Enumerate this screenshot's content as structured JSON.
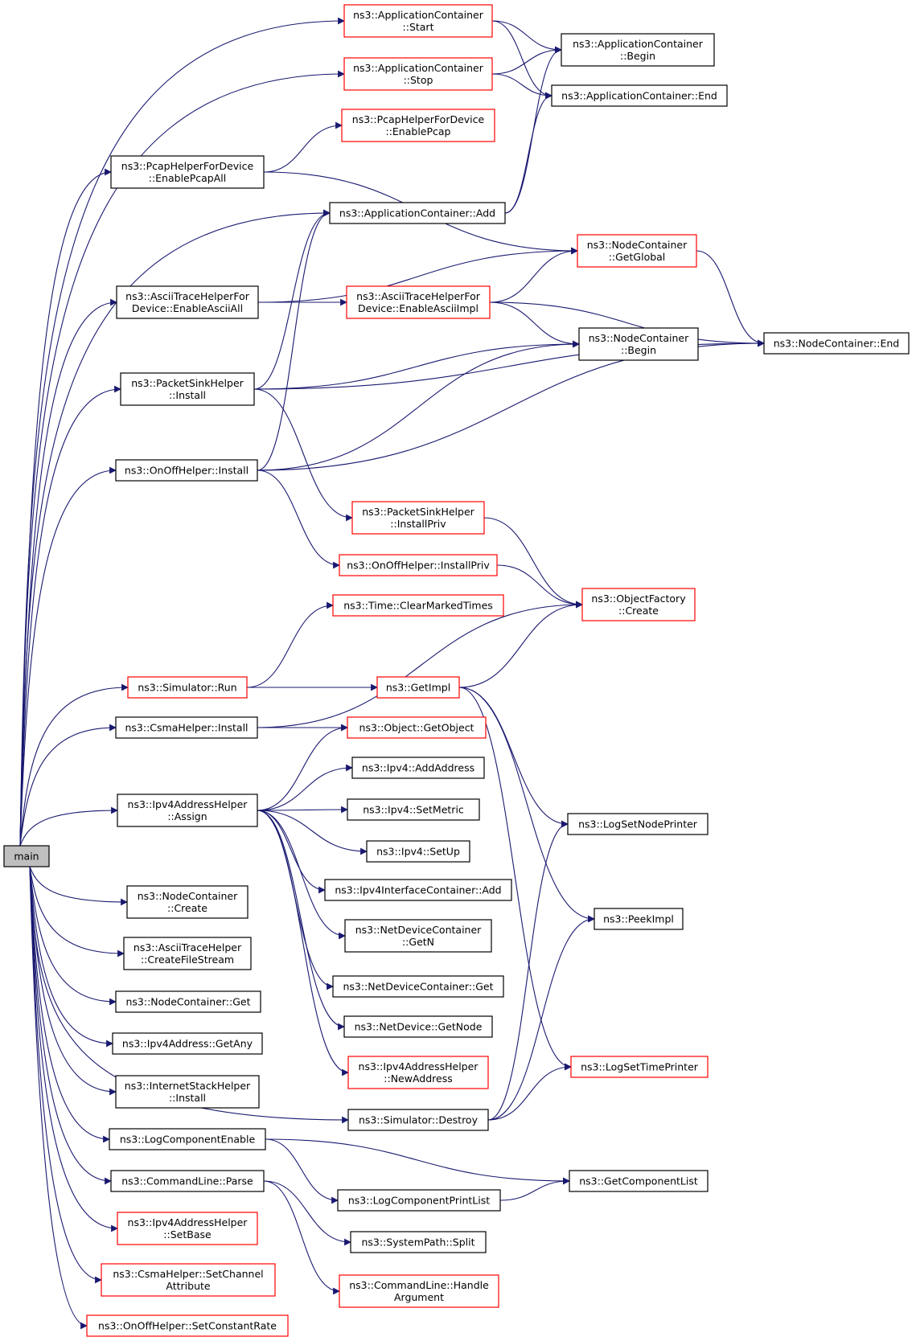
{
  "colors": {
    "edge": "#191970",
    "border_default": "#000000",
    "border_truncated": "#ff0000",
    "root_fill": "#bfbfbf"
  },
  "nodes": {
    "app_start": {
      "lines": [
        "ns3::ApplicationContainer",
        "::Start"
      ],
      "border": "red"
    },
    "app_begin": {
      "lines": [
        "ns3::ApplicationContainer",
        "::Begin"
      ],
      "border": "black"
    },
    "app_stop": {
      "lines": [
        "ns3::ApplicationContainer",
        "::Stop"
      ],
      "border": "red"
    },
    "app_end": {
      "lines": [
        "ns3::ApplicationContainer::End"
      ],
      "border": "black"
    },
    "pcap_enablepcap": {
      "lines": [
        "ns3::PcapHelperForDevice",
        "::EnablePcap"
      ],
      "border": "red"
    },
    "pcap_enablepcapall": {
      "lines": [
        "ns3::PcapHelperForDevice",
        "::EnablePcapAll"
      ],
      "border": "black"
    },
    "app_add": {
      "lines": [
        "ns3::ApplicationContainer::Add"
      ],
      "border": "black"
    },
    "nc_getglobal": {
      "lines": [
        "ns3::NodeContainer",
        "::GetGlobal"
      ],
      "border": "red"
    },
    "ascii_enableall": {
      "lines": [
        "ns3::AsciiTraceHelperFor",
        "Device::EnableAsciiAll"
      ],
      "border": "black"
    },
    "ascii_enableimpl": {
      "lines": [
        "ns3::AsciiTraceHelperFor",
        "Device::EnableAsciiImpl"
      ],
      "border": "red"
    },
    "nc_begin": {
      "lines": [
        "ns3::NodeContainer",
        "::Begin"
      ],
      "border": "black"
    },
    "nc_end": {
      "lines": [
        "ns3::NodeContainer::End"
      ],
      "border": "black"
    },
    "ps_install": {
      "lines": [
        "ns3::PacketSinkHelper",
        "::Install"
      ],
      "border": "black"
    },
    "onoff_install": {
      "lines": [
        "ns3::OnOffHelper::Install"
      ],
      "border": "black"
    },
    "ps_installpriv": {
      "lines": [
        "ns3::PacketSinkHelper",
        "::InstallPriv"
      ],
      "border": "red"
    },
    "onoff_installpriv": {
      "lines": [
        "ns3::OnOffHelper::InstallPriv"
      ],
      "border": "red"
    },
    "of_create": {
      "lines": [
        "ns3::ObjectFactory",
        "::Create"
      ],
      "border": "red"
    },
    "time_clear": {
      "lines": [
        "ns3::Time::ClearMarkedTimes"
      ],
      "border": "red"
    },
    "sim_run": {
      "lines": [
        "ns3::Simulator::Run"
      ],
      "border": "red"
    },
    "getimpl": {
      "lines": [
        "ns3::GetImpl"
      ],
      "border": "red"
    },
    "csma_install": {
      "lines": [
        "ns3::CsmaHelper::Install"
      ],
      "border": "black"
    },
    "obj_getobject": {
      "lines": [
        "ns3::Object::GetObject"
      ],
      "border": "red"
    },
    "ipv4_addaddress": {
      "lines": [
        "ns3::Ipv4::AddAddress"
      ],
      "border": "black"
    },
    "ipv4ah_assign": {
      "lines": [
        "ns3::Ipv4AddressHelper",
        "::Assign"
      ],
      "border": "black"
    },
    "ipv4_setmetric": {
      "lines": [
        "ns3::Ipv4::SetMetric"
      ],
      "border": "black"
    },
    "lognodeprinter": {
      "lines": [
        "ns3::LogSetNodePrinter"
      ],
      "border": "black"
    },
    "ipv4_setup": {
      "lines": [
        "ns3::Ipv4::SetUp"
      ],
      "border": "black"
    },
    "main": {
      "lines": [
        "main"
      ],
      "border": "root"
    },
    "ipv4ic_add": {
      "lines": [
        "ns3::Ipv4InterfaceContainer::Add"
      ],
      "border": "black"
    },
    "nc_create": {
      "lines": [
        "ns3::NodeContainer",
        "::Create"
      ],
      "border": "black"
    },
    "peekimpl": {
      "lines": [
        "ns3::PeekImpl"
      ],
      "border": "black"
    },
    "ndc_getn": {
      "lines": [
        "ns3::NetDeviceContainer",
        "::GetN"
      ],
      "border": "black"
    },
    "ath_createfilestream": {
      "lines": [
        "ns3::AsciiTraceHelper",
        "::CreateFileStream"
      ],
      "border": "black"
    },
    "ndc_get": {
      "lines": [
        "ns3::NetDeviceContainer::Get"
      ],
      "border": "black"
    },
    "nc_get": {
      "lines": [
        "ns3::NodeContainer::Get"
      ],
      "border": "black"
    },
    "nd_getnode": {
      "lines": [
        "ns3::NetDevice::GetNode"
      ],
      "border": "black"
    },
    "ipv4addr_getany": {
      "lines": [
        "ns3::Ipv4Address::GetAny"
      ],
      "border": "black"
    },
    "ipv4ah_newaddress": {
      "lines": [
        "ns3::Ipv4AddressHelper",
        "::NewAddress"
      ],
      "border": "red"
    },
    "logtimeprinter": {
      "lines": [
        "ns3::LogSetTimePrinter"
      ],
      "border": "red"
    },
    "ish_install": {
      "lines": [
        "ns3::InternetStackHelper",
        "::Install"
      ],
      "border": "black"
    },
    "sim_destroy": {
      "lines": [
        "ns3::Simulator::Destroy"
      ],
      "border": "black"
    },
    "logcompenable": {
      "lines": [
        "ns3::LogComponentEnable"
      ],
      "border": "black"
    },
    "getcomplist": {
      "lines": [
        "ns3::GetComponentList"
      ],
      "border": "black"
    },
    "cmd_parse": {
      "lines": [
        "ns3::CommandLine::Parse"
      ],
      "border": "black"
    },
    "logcompprintlist": {
      "lines": [
        "ns3::LogComponentPrintList"
      ],
      "border": "black"
    },
    "ipv4ah_setbase": {
      "lines": [
        "ns3::Ipv4AddressHelper",
        "::SetBase"
      ],
      "border": "red"
    },
    "syspath_split": {
      "lines": [
        "ns3::SystemPath::Split"
      ],
      "border": "black"
    },
    "csma_setchannelattr": {
      "lines": [
        "ns3::CsmaHelper::SetChannel",
        "Attribute"
      ],
      "border": "red"
    },
    "cmd_handlearg": {
      "lines": [
        "ns3::CommandLine::Handle",
        "Argument"
      ],
      "border": "red"
    },
    "onoff_setconstantrate": {
      "lines": [
        "ns3::OnOffHelper::SetConstantRate"
      ],
      "border": "red"
    }
  },
  "edges": [
    [
      "main",
      "app_start"
    ],
    [
      "main",
      "app_stop"
    ],
    [
      "main",
      "pcap_enablepcapall"
    ],
    [
      "main",
      "app_add"
    ],
    [
      "main",
      "ascii_enableall"
    ],
    [
      "main",
      "ps_install"
    ],
    [
      "main",
      "onoff_install"
    ],
    [
      "main",
      "sim_run"
    ],
    [
      "main",
      "csma_install"
    ],
    [
      "main",
      "ipv4ah_assign"
    ],
    [
      "main",
      "nc_create"
    ],
    [
      "main",
      "ath_createfilestream"
    ],
    [
      "main",
      "nc_get"
    ],
    [
      "main",
      "ipv4addr_getany"
    ],
    [
      "main",
      "ish_install"
    ],
    [
      "main",
      "logcompenable"
    ],
    [
      "main",
      "cmd_parse"
    ],
    [
      "main",
      "ipv4ah_setbase"
    ],
    [
      "main",
      "csma_setchannelattr"
    ],
    [
      "main",
      "onoff_setconstantrate"
    ],
    [
      "main",
      "sim_destroy"
    ],
    [
      "app_start",
      "app_begin"
    ],
    [
      "app_start",
      "app_end"
    ],
    [
      "app_stop",
      "app_begin"
    ],
    [
      "app_stop",
      "app_end"
    ],
    [
      "pcap_enablepcapall",
      "pcap_enablepcap"
    ],
    [
      "pcap_enablepcapall",
      "nc_getglobal"
    ],
    [
      "app_add",
      "app_begin"
    ],
    [
      "app_add",
      "app_end"
    ],
    [
      "nc_getglobal",
      "nc_end"
    ],
    [
      "ascii_enableall",
      "nc_getglobal"
    ],
    [
      "ascii_enableall",
      "ascii_enableimpl"
    ],
    [
      "ascii_enableimpl",
      "nc_getglobal"
    ],
    [
      "ascii_enableimpl",
      "nc_begin"
    ],
    [
      "ascii_enableimpl",
      "nc_end"
    ],
    [
      "ps_install",
      "app_add"
    ],
    [
      "ps_install",
      "nc_begin"
    ],
    [
      "ps_install",
      "nc_end"
    ],
    [
      "ps_install",
      "ps_installpriv"
    ],
    [
      "onoff_install",
      "app_add"
    ],
    [
      "onoff_install",
      "nc_begin"
    ],
    [
      "onoff_install",
      "nc_end"
    ],
    [
      "onoff_install",
      "onoff_installpriv"
    ],
    [
      "ps_installpriv",
      "of_create"
    ],
    [
      "onoff_installpriv",
      "of_create"
    ],
    [
      "sim_run",
      "time_clear"
    ],
    [
      "sim_run",
      "getimpl"
    ],
    [
      "getimpl",
      "of_create"
    ],
    [
      "getimpl",
      "lognodeprinter"
    ],
    [
      "getimpl",
      "peekimpl"
    ],
    [
      "getimpl",
      "logtimeprinter"
    ],
    [
      "csma_install",
      "of_create"
    ],
    [
      "csma_install",
      "obj_getobject"
    ],
    [
      "ipv4ah_assign",
      "obj_getobject"
    ],
    [
      "ipv4ah_assign",
      "ipv4_addaddress"
    ],
    [
      "ipv4ah_assign",
      "ipv4_setmetric"
    ],
    [
      "ipv4ah_assign",
      "ipv4_setup"
    ],
    [
      "ipv4ah_assign",
      "ipv4ic_add"
    ],
    [
      "ipv4ah_assign",
      "ndc_getn"
    ],
    [
      "ipv4ah_assign",
      "ndc_get"
    ],
    [
      "ipv4ah_assign",
      "nd_getnode"
    ],
    [
      "ipv4ah_assign",
      "ipv4ah_newaddress"
    ],
    [
      "sim_destroy",
      "lognodeprinter"
    ],
    [
      "sim_destroy",
      "peekimpl"
    ],
    [
      "sim_destroy",
      "logtimeprinter"
    ],
    [
      "logcompenable",
      "getcomplist"
    ],
    [
      "logcompenable",
      "logcompprintlist"
    ],
    [
      "logcompprintlist",
      "getcomplist"
    ],
    [
      "cmd_parse",
      "syspath_split"
    ],
    [
      "cmd_parse",
      "cmd_handlearg"
    ]
  ]
}
